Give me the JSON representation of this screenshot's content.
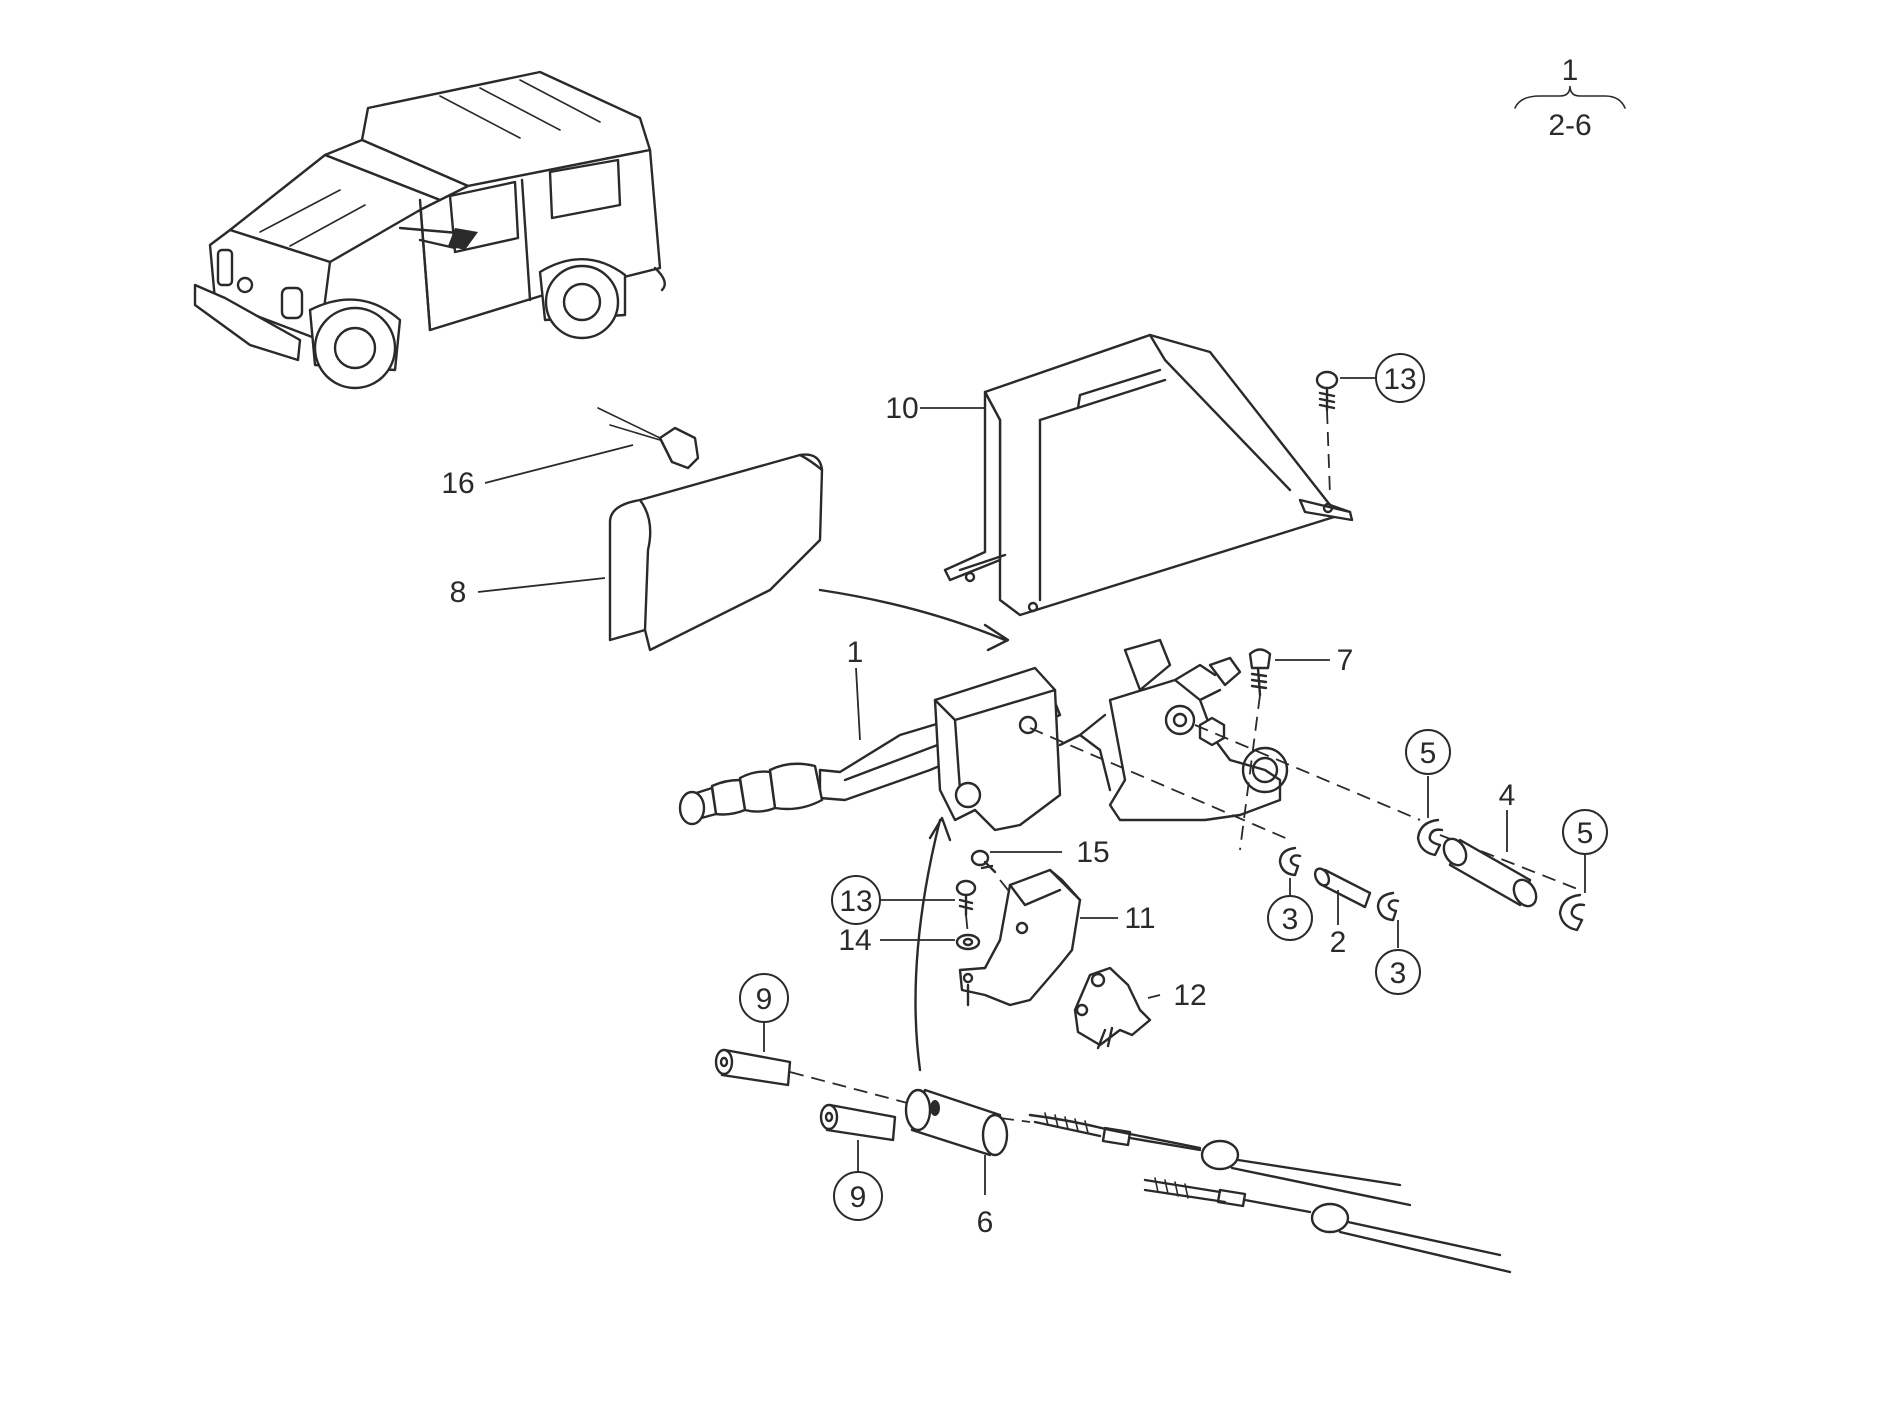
{
  "legend": {
    "top": "1",
    "bottom": "2-6"
  },
  "callouts": {
    "c1": "1",
    "c2": "2",
    "c3a": "3",
    "c3b": "3",
    "c4": "4",
    "c5a": "5",
    "c5b": "5",
    "c6": "6",
    "c7": "7",
    "c8": "8",
    "c9a": "9",
    "c9b": "9",
    "c10": "10",
    "c11": "11",
    "c12": "12",
    "c13a": "13",
    "c13b": "13",
    "c14": "14",
    "c15": "15",
    "c16": "16"
  }
}
